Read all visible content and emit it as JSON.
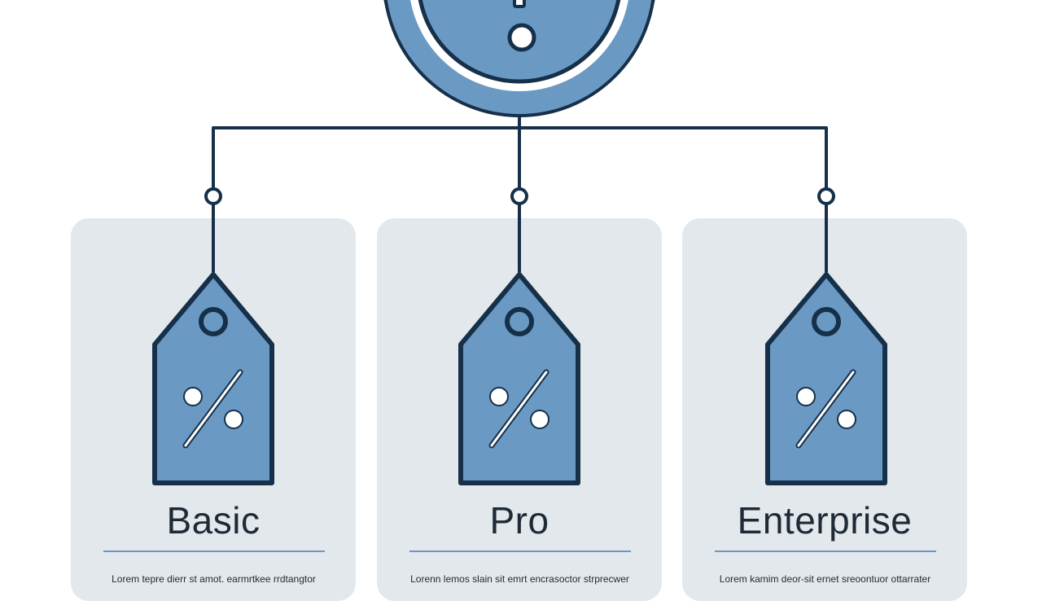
{
  "colors": {
    "navy": "#16304a",
    "blue": "#6a9ac3",
    "card_bg": "#e3e8ec",
    "rule": "#6d95c0",
    "text": "#1e2a36"
  },
  "top_icon": {
    "name": "alert-icon"
  },
  "tiers": [
    {
      "title": "Basic",
      "description": "Lorem tepre dierr st amot. earmrtkee rrdtangtor",
      "icon": "percent-tag-icon"
    },
    {
      "title": "Pro",
      "description": "Lorenn lemos slain sit emrt encrasoctor strprecwer",
      "icon": "percent-tag-icon"
    },
    {
      "title": "Enterprise",
      "description": "Lorem kamim deor-sit ernet sreoontuor ottarrater",
      "icon": "percent-tag-icon"
    }
  ]
}
